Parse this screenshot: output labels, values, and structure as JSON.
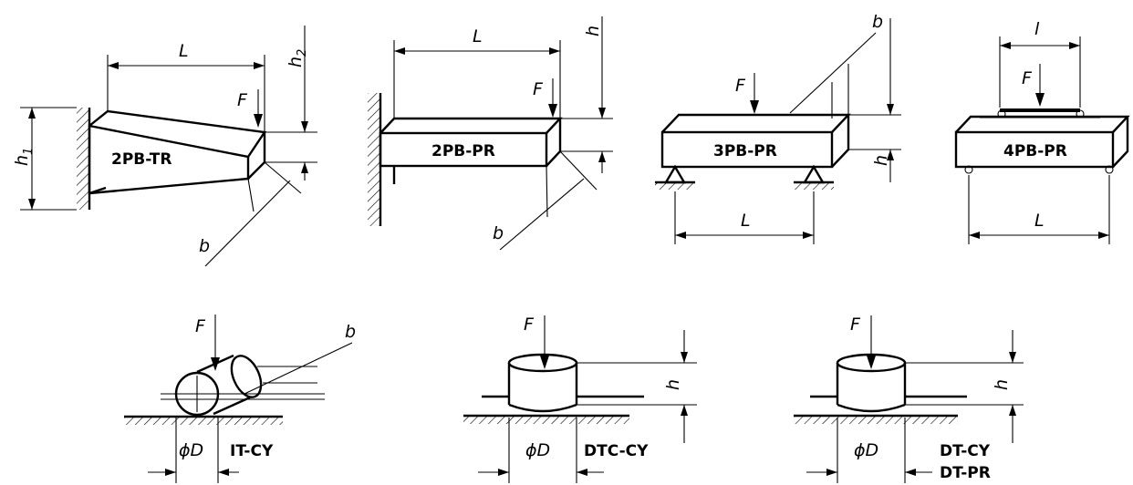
{
  "specimens": [
    {
      "id": "2pb-tr",
      "label": "2PB-TR",
      "force": "F",
      "length": "L",
      "height_fixed": "h1",
      "height_free": "h2",
      "width": "b"
    },
    {
      "id": "2pb-pr",
      "label": "2PB-PR",
      "force": "F",
      "length": "L",
      "height": "h",
      "width": "b"
    },
    {
      "id": "3pb-pr",
      "label": "3PB-PR",
      "force": "F",
      "span": "L",
      "height": "h",
      "width": "b"
    },
    {
      "id": "4pb-pr",
      "label": "4PB-PR",
      "force": "F",
      "span": "L",
      "inner_span": "l"
    },
    {
      "id": "it-cy",
      "label": "IT-CY",
      "force": "F",
      "diameter": "ϕD",
      "width": "b"
    },
    {
      "id": "dtc-cy",
      "label": "DTC-CY",
      "force": "F",
      "diameter": "ϕD",
      "height": "h"
    },
    {
      "id": "dt-cy",
      "label": "DT-CY",
      "label_2": "DT-PR",
      "force": "F",
      "diameter": "ϕD",
      "height": "h"
    }
  ],
  "subscripts": {
    "one": "1",
    "two": "2"
  }
}
